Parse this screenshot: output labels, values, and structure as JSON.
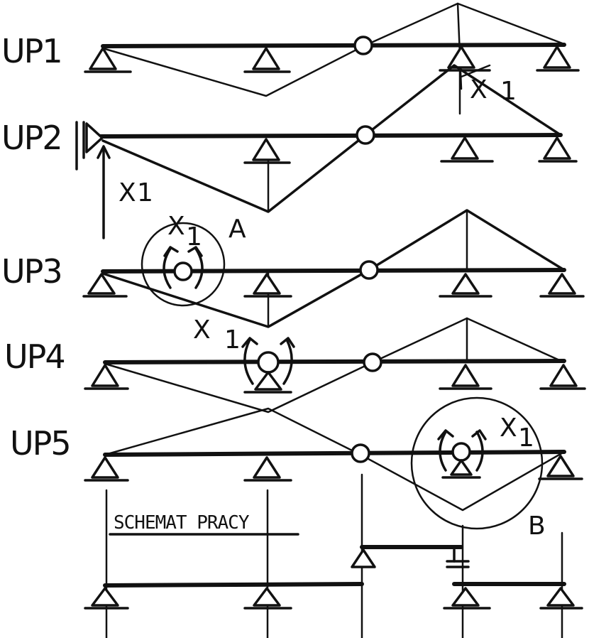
{
  "rows": [
    {
      "label": "UP1"
    },
    {
      "label": "UP2"
    },
    {
      "label": "UP3"
    },
    {
      "label": "UP4"
    },
    {
      "label": "UP5"
    }
  ],
  "annotations": {
    "x1": "X",
    "x1_sub": "1",
    "point_a": "A",
    "point_b": "B",
    "work_scheme": "SCHEMAT PRACY"
  }
}
